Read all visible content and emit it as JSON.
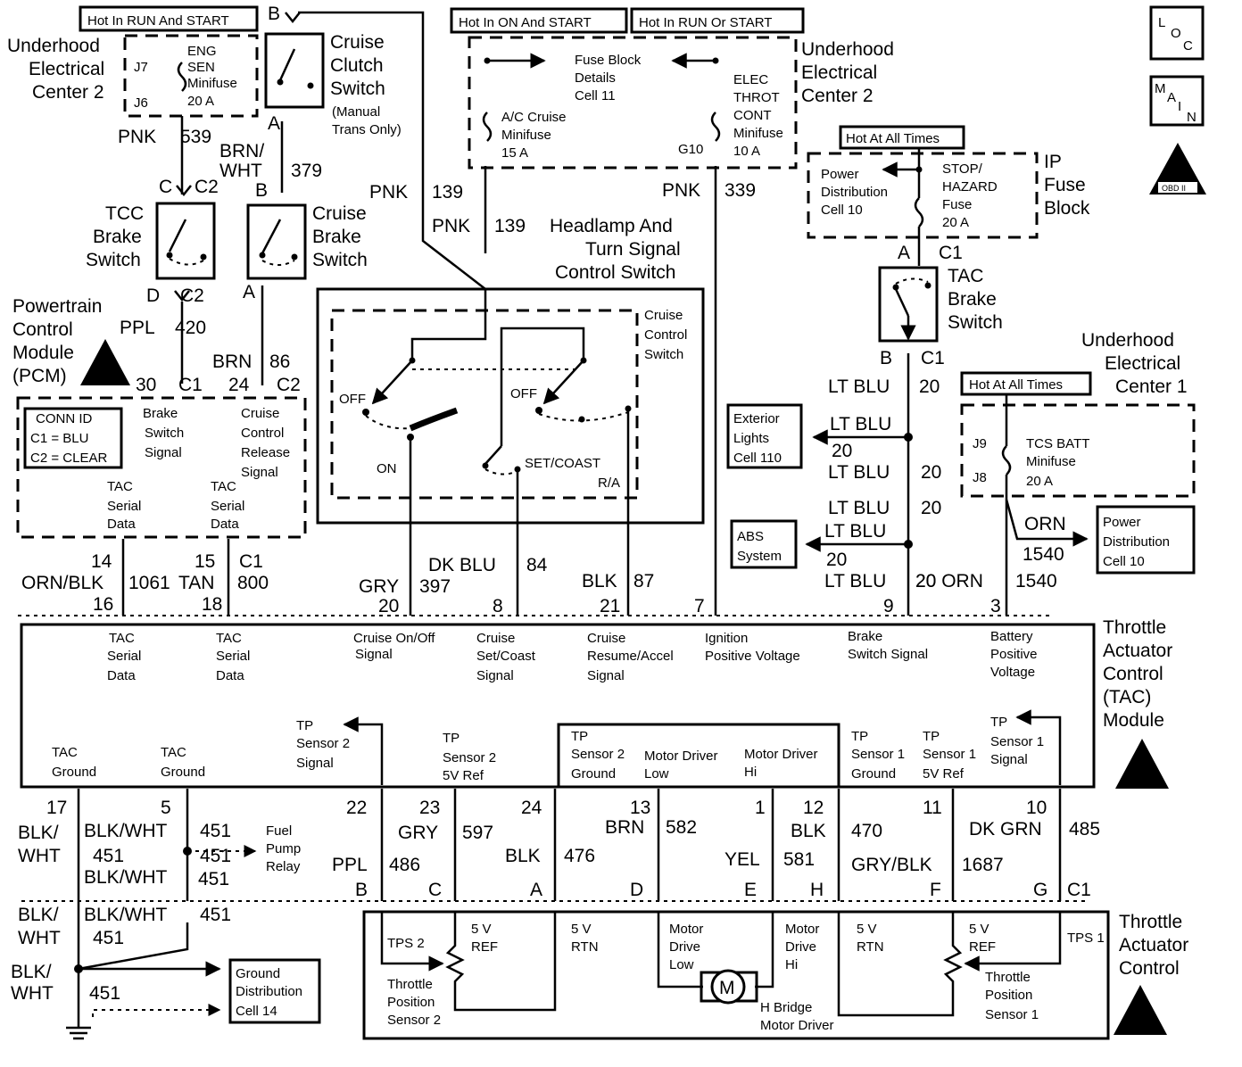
{
  "top": {
    "hot_run_start": "Hot In RUN And START",
    "hot_on_start": "Hot In ON And START",
    "hot_run_or_start": "Hot In RUN Or START",
    "uec2_left": [
      "Underhood",
      "Electrical",
      "Center 2"
    ],
    "uec2_right": [
      "Underhood",
      "Electrical",
      "Center 2"
    ],
    "eng_sen": [
      "ENG",
      "SEN",
      "Minifuse",
      "20 A"
    ],
    "j7": "J7",
    "j6": "J6",
    "fuse_block_details": [
      "Fuse Block",
      "Details",
      "Cell 11"
    ],
    "ac_cruise": [
      "A/C Cruise",
      "Minifuse",
      "15 A"
    ],
    "elec_throt": [
      "ELEC",
      "THROT",
      "CONT",
      "Minifuse",
      "10 A"
    ],
    "g10": "G10"
  },
  "badges": {
    "loc": [
      "L",
      "O",
      "C"
    ],
    "main": [
      "M",
      "A",
      "I",
      "N"
    ],
    "obd": "OBD II"
  },
  "cruise_clutch": {
    "title": [
      "Cruise",
      "Clutch",
      "Switch"
    ],
    "note": [
      "(Manual",
      "Trans Only)"
    ],
    "pin_b": "B",
    "pin_a": "A"
  },
  "tcc": {
    "title": [
      "TCC",
      "Brake",
      "Switch"
    ],
    "c": "C",
    "c2a": "C2",
    "d": "D",
    "c2b": "C2"
  },
  "cruise_brake": {
    "title": [
      "Cruise",
      "Brake",
      "Switch"
    ],
    "b": "B",
    "a": "A"
  },
  "wires": {
    "pnk": "PNK",
    "n539": "539",
    "brnwht": [
      "BRN/",
      "WHT"
    ],
    "n379": "379",
    "pnk139a": "PNK",
    "n139a": "139",
    "pnk139b": "PNK",
    "n139b": "139",
    "pnk339": "PNK",
    "n339": "339",
    "ppl": "PPL",
    "n420": "420",
    "brn": "BRN",
    "n86": "86"
  },
  "pcm": {
    "title": [
      "Powertrain",
      "Control",
      "Module",
      "(PCM)"
    ],
    "pin30": "30",
    "c1": "C1",
    "pin24": "24",
    "c2": "C2",
    "conn_id": "CONN ID",
    "c1blu": "C1 = BLU",
    "c2clear": "C2 = CLEAR",
    "brake_signal": [
      "Brake",
      "Switch",
      "Signal"
    ],
    "cruise_release": [
      "Cruise",
      "Control",
      "Release",
      "Signal"
    ],
    "tac1": [
      "TAC",
      "Serial",
      "Data"
    ],
    "tac2": [
      "TAC",
      "Serial",
      "Data"
    ]
  },
  "headlamp": {
    "title": [
      "Headlamp And",
      "Turn Signal",
      "Control Switch"
    ],
    "cruise_ctrl": [
      "Cruise",
      "Control",
      "Switch"
    ],
    "off1": "OFF",
    "off2": "OFF",
    "on": "ON",
    "set_coast": "SET/COAST",
    "ra": "R/A"
  },
  "ipfuse": {
    "hot_all": "Hot At All Times",
    "pdc": [
      "Power",
      "Distribution",
      "Cell 10"
    ],
    "stop": [
      "STOP/",
      "HAZARD",
      "Fuse",
      "20 A"
    ],
    "title": [
      "IP",
      "Fuse",
      "Block"
    ],
    "a": "A",
    "c1": "C1"
  },
  "tac_brake": {
    "title": [
      "TAC",
      "Brake",
      "Switch"
    ],
    "b": "B",
    "c1": "C1"
  },
  "right_mid": {
    "ltblu1": "LT BLU",
    "n20a": "20",
    "ltblu2": "LT BLU",
    "n20b": "20",
    "ltblu3": "LT BLU",
    "n20c": "20",
    "ltblu4": "LT BLU",
    "n20d": "20",
    "ltblu5": "LT BLU",
    "n20e": "20",
    "ltblu6": "LT BLU",
    "n20f": "20",
    "ext_lights": [
      "Exterior",
      "Lights",
      "Cell 110"
    ],
    "abs": [
      "ABS",
      "System"
    ],
    "uec1": [
      "Underhood",
      "Electrical",
      "Center 1"
    ],
    "hot_all2": "Hot At All Times",
    "j9": "J9",
    "j8": "J8",
    "tcs": [
      "TCS BATT",
      "Minifuse",
      "20 A"
    ],
    "orn1": "ORN",
    "n1540a": "1540",
    "pdc10": [
      "Power",
      "Distribution",
      "Cell 10"
    ],
    "orn2": "ORN",
    "n1540b": "1540"
  },
  "mid_wires": {
    "p14": "14",
    "ornblk": "ORN/BLK",
    "n1061": "1061",
    "p16": "16",
    "p15": "15",
    "tan": "TAN",
    "n800": "800",
    "p18": "18",
    "c1": "C1",
    "dkblu": "DK BLU",
    "n84": "84",
    "gry": "GRY",
    "n397": "397",
    "blk": "BLK",
    "n87": "87",
    "p20": "20",
    "p8": "8",
    "p21": "21",
    "p7": "7",
    "p9": "9",
    "p3": "3",
    "orn20": "20 ORN"
  },
  "tac_module": {
    "title": [
      "Throttle",
      "Actuator",
      "Control",
      "(TAC)",
      "Module"
    ],
    "tac_serial1": [
      "TAC",
      "Serial",
      "Data"
    ],
    "tac_serial2": [
      "TAC",
      "Serial",
      "Data"
    ],
    "cruise_onoff": [
      "Cruise On/Off",
      "Signal"
    ],
    "cruise_set": [
      "Cruise",
      "Set/Coast",
      "Signal"
    ],
    "cruise_res": [
      "Cruise",
      "Resume/Accel",
      "Signal"
    ],
    "ign": [
      "Ignition",
      "Positive  Voltage"
    ],
    "brake_sig": [
      "Brake",
      "Switch Signal"
    ],
    "batt": [
      "Battery",
      "Positive",
      "Voltage"
    ],
    "tac_gnd1": [
      "TAC",
      "Ground"
    ],
    "tac_gnd2": [
      "TAC",
      "Ground"
    ],
    "tp2sig": [
      "TP",
      "Sensor 2",
      "Signal"
    ],
    "tp25v": [
      "TP",
      "Sensor 2",
      "5V Ref"
    ],
    "tp2gnd": [
      "TP",
      "Sensor 2",
      "Ground"
    ],
    "mdl": [
      "Motor Driver",
      "Low"
    ],
    "mdh": [
      "Motor Driver",
      "Hi"
    ],
    "tp1gnd": [
      "TP",
      "Sensor 1",
      "Ground"
    ],
    "tp15v": [
      "TP",
      "Sensor 1",
      "5V Ref"
    ],
    "tp1sig": [
      "TP",
      "Sensor 1",
      "Signal"
    ]
  },
  "bottom": {
    "p17": "17",
    "blkwht_a": [
      "BLK/",
      "WHT"
    ],
    "p5": "5",
    "blkwht1": "BLK/WHT",
    "n451a": "451",
    "n451b": "451",
    "blkwht2": "BLK/WHT",
    "n451c": "451",
    "fuel_pump": [
      "Fuel",
      "Pump",
      "Relay"
    ],
    "blkwht_b": [
      "BLK/",
      "WHT"
    ],
    "blkwht3": "BLK/WHT",
    "n451d": "451",
    "n451e": "451",
    "blkwht_c": [
      "BLK/",
      "WHT"
    ],
    "n451f": "451",
    "ground_dist": [
      "Ground",
      "Distribution",
      "Cell 14"
    ],
    "p22": "22",
    "ppl": "PPL",
    "n486": "486",
    "pb": "B",
    "p23": "23",
    "gry": "GRY",
    "n597": "597",
    "pc": "C",
    "p24": "24",
    "blk": "BLK",
    "n476": "476",
    "pa": "A",
    "p13": "13",
    "brn": "BRN",
    "n582": "582",
    "pd": "D",
    "p1": "1",
    "yel": "YEL",
    "n581": "581",
    "pe": "E",
    "p12": "12",
    "blk2": "BLK",
    "n470": "470",
    "ph": "H",
    "p11": "11",
    "gryblk": "GRY/BLK",
    "n1687": "1687",
    "pf": "F",
    "p10": "10",
    "dkgrn": "DK GRN",
    "n485": "485",
    "pg": "G",
    "c1": "C1"
  },
  "tac_actuator": {
    "title": [
      "Throttle",
      "Actuator",
      "Control"
    ],
    "tps2": "TPS 2",
    "ref5v_a": [
      "5 V",
      "REF"
    ],
    "rtn5v_a": [
      "5 V",
      "RTN"
    ],
    "tps2_label": [
      "Throttle",
      "Position",
      "Sensor 2"
    ],
    "mdl": [
      "Motor",
      "Drive",
      "Low"
    ],
    "mdh": [
      "Motor",
      "Drive",
      "Hi"
    ],
    "motor": "M",
    "hbridge": [
      "H Bridge",
      "Motor Driver"
    ],
    "rtn5v_b": [
      "5 V",
      "RTN"
    ],
    "ref5v_b": [
      "5 V",
      "REF"
    ],
    "tps1": "TPS 1",
    "tps1_label": [
      "Throttle",
      "Position",
      "Sensor 1"
    ]
  }
}
